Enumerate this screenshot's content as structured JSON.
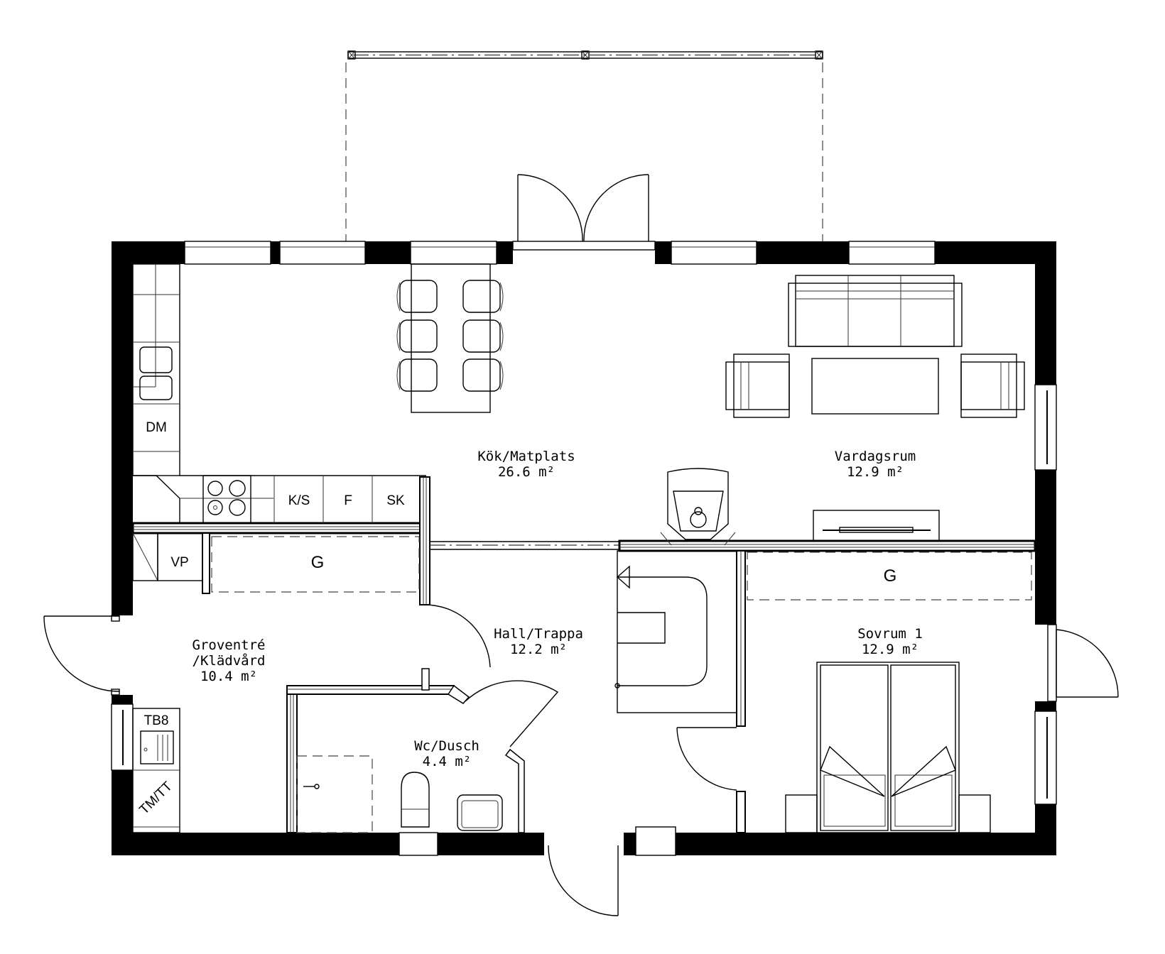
{
  "plan": {
    "type": "floor-plan",
    "background": "#ffffff",
    "line_color": "#000000",
    "rooms": [
      {
        "id": "kok",
        "name": "Kök/Matplats",
        "area": "26.6 m²"
      },
      {
        "id": "vardagsrum",
        "name": "Vardagsrum",
        "area": "12.9 m²"
      },
      {
        "id": "groventre",
        "name": "Groventré",
        "name2": "/Klädvård",
        "area": "10.4 m²"
      },
      {
        "id": "hall",
        "name": "Hall/Trappa",
        "area": "12.2 m²"
      },
      {
        "id": "sovrum1",
        "name": "Sovrum 1",
        "area": "12.9 m²"
      },
      {
        "id": "wc",
        "name": "Wc/Dusch",
        "area": "4.4 m²"
      }
    ],
    "fixtures": {
      "dishwasher": "DM",
      "fridge_freezer": "K/S",
      "freezer": "F",
      "cabinet": "SK",
      "heat_pump": "VP",
      "wardrobe_entry": "G",
      "wardrobe_bedroom": "G",
      "washer_sink": "TB8",
      "washer_dryer": "TM/TT"
    }
  }
}
